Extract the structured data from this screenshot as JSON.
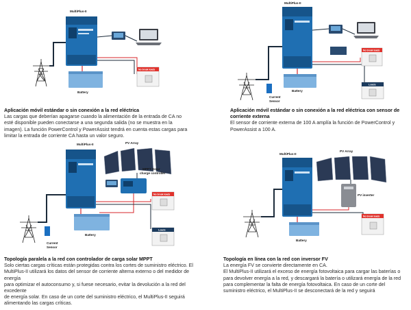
{
  "colors": {
    "inverter_blue": "#1f6fb2",
    "inverter_dark": "#16548a",
    "battery_blue": "#7fb3e0",
    "cable_dark": "#1b2a3a",
    "wire_red": "#d7262a",
    "sensor_blue": "#1b6fc1",
    "load_dark": "#1d3c5e",
    "noload_red": "#e0322c",
    "pv_cell": "#2b3a55"
  },
  "diagram_1": {
    "inverter_label": "MultiPlus-II",
    "nonbreak_label": "No break loads",
    "battery_label": "Battery",
    "caption_title": "Aplicación móvil estándar o sin conexión a la red eléctrica",
    "caption_lines": [
      "Las cargas que deberían apagarse cuando la alimentación de la entrada de CA no",
      "esté disponible pueden conectarse a una segunda salida (no se muestra en la",
      "imagen). La función PowerControl y PowerAssist tendrá en cuenta estas cargas para",
      "limitar la entrada de corriente CA hasta un valor seguro."
    ]
  },
  "diagram_2": {
    "inverter_label": "MultiPlus-II",
    "nonbreak_label": "No break loads",
    "loads_label": "Loads",
    "battery_label": "Battery",
    "sensor_label_1": "Current",
    "sensor_label_2": "Sensor",
    "caption_title_lines": [
      "Aplicación móvil estándar o sin conexión a la red eléctrica con sensor de",
      "corriente externa"
    ],
    "caption_lines": [
      "El sensor de corriente externa de 100 A amplía la función de PowerControl y",
      "PowerAssist a 100 A."
    ]
  },
  "diagram_3": {
    "inverter_label": "MultiPlus-II",
    "pv_label": "PV Array",
    "mppt_label_1": "MPPT Solar",
    "mppt_label_2": "charge controller",
    "nonbreak_label": "No break loads",
    "loads_label": "Loads",
    "battery_label": "Battery",
    "sensor_label_1": "Current",
    "sensor_label_2": "Sensor",
    "caption_title": "Topología paralela a la red con controlador de carga solar MPPT",
    "caption_lines": [
      "Solo ciertas cargas críticas están protegidas contra los cortes de suministro eléctrico. El",
      "MultiPlus-II utilizará los datos del sensor de corriente alterna externo o del medidor de energía",
      "para optimizar el autoconsumo y, si fuese necesario, evitar la devolución a la red del excedente",
      "de energía solar. En caso de un corte del suministro eléctrico, el MultiPlus-II seguirá",
      "alimentando las cargas críticas."
    ]
  },
  "diagram_4": {
    "inverter_label": "MultiPlus-II",
    "pv_label": "PV Array",
    "pvinv_label": "PV inverter",
    "nonbreak_label": "No break loads",
    "battery_label": "Battery",
    "caption_title": "Topología en línea con la red con inversor FV",
    "caption_lines": [
      "La energía FV se convierte directamente en CA.",
      "El MultiPlus-II utilizará el exceso de energía fotovoltaica para cargar las baterías o",
      "para devolver energía a la red, y descargará la batería o utilizará energía de la red",
      "para complementar la falta de energía fotovoltaica. En caso de un corte del",
      "suministro eléctrico, el MultiPlus-II se desconectará de la red y seguirá"
    ]
  }
}
